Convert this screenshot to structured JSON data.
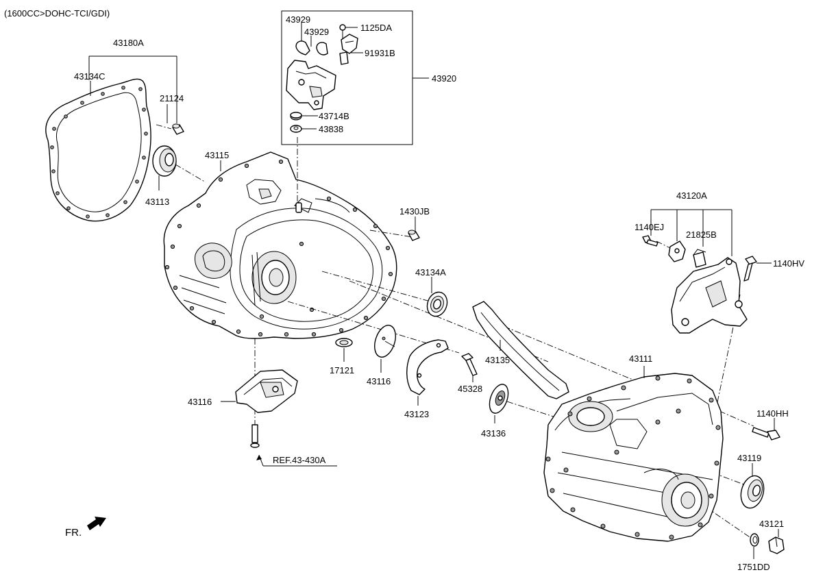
{
  "header": {
    "engine_spec": "(1600CC>DOHC-TCI/GDI)"
  },
  "parts": {
    "p43180A": "43180A",
    "p43134C": "43134C",
    "p21124": "21124",
    "p43113": "43113",
    "p43115": "43115",
    "p43929a": "43929",
    "p43929b": "43929",
    "p1125DA": "1125DA",
    "p91931B": "91931B",
    "p43920": "43920",
    "p43714B": "43714B",
    "p43838": "43838",
    "p1430JB": "1430JB",
    "p43134A": "43134A",
    "p43120A": "43120A",
    "p1140EJ": "1140EJ",
    "p21825B": "21825B",
    "p1140HV": "1140HV",
    "p43135": "43135",
    "p17121": "17121",
    "p43116a": "43116",
    "p43116b": "43116",
    "p43123": "43123",
    "p45328": "45328",
    "p43136": "43136",
    "p43111": "43111",
    "p1140HH": "1140HH",
    "p43119": "43119",
    "p43121": "43121",
    "p1751DD": "1751DD"
  },
  "reference": {
    "ref_label": "REF.43-430A"
  },
  "orientation": {
    "front_label": "FR."
  }
}
